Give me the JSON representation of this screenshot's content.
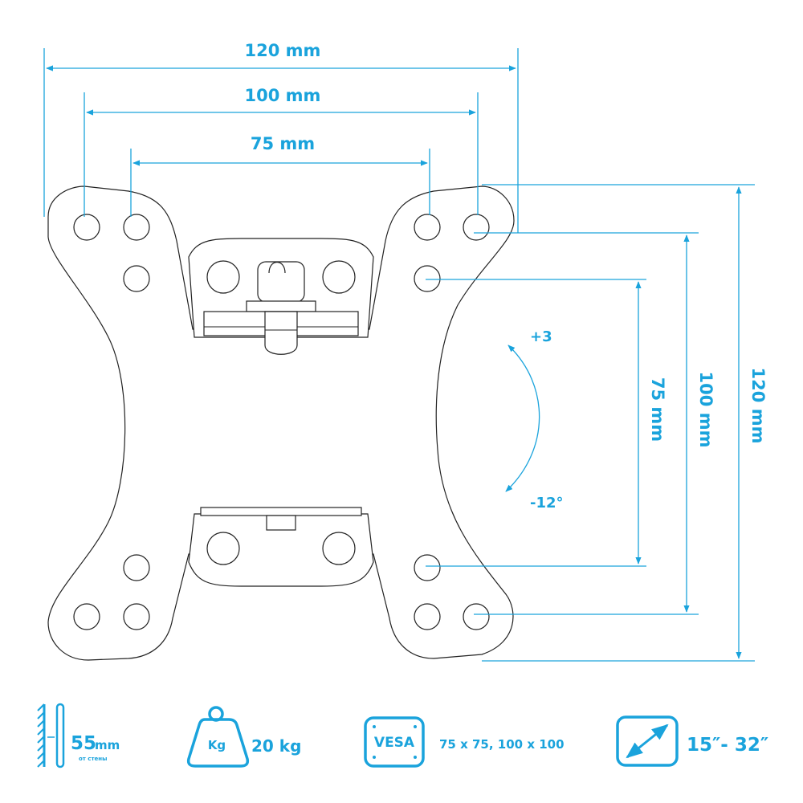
{
  "dimensions": {
    "horizontal": [
      "120 mm",
      "100 mm",
      "75 mm"
    ],
    "vertical": [
      "75 mm",
      "100 mm",
      "120 mm"
    ]
  },
  "tilt": {
    "up": "+3",
    "down": "-12°"
  },
  "specs": {
    "wall_distance": {
      "value": "55",
      "unit": "mm",
      "note": "от стены"
    },
    "weight": {
      "icon_label": "Kg",
      "value": "20 kg"
    },
    "vesa": {
      "icon_label": "VESA",
      "value": "75 x 75, 100 x 100"
    },
    "screen_size": {
      "value": "15″- 32″"
    }
  },
  "colors": {
    "accent": "#1aa3dc",
    "outline": "#222222"
  }
}
